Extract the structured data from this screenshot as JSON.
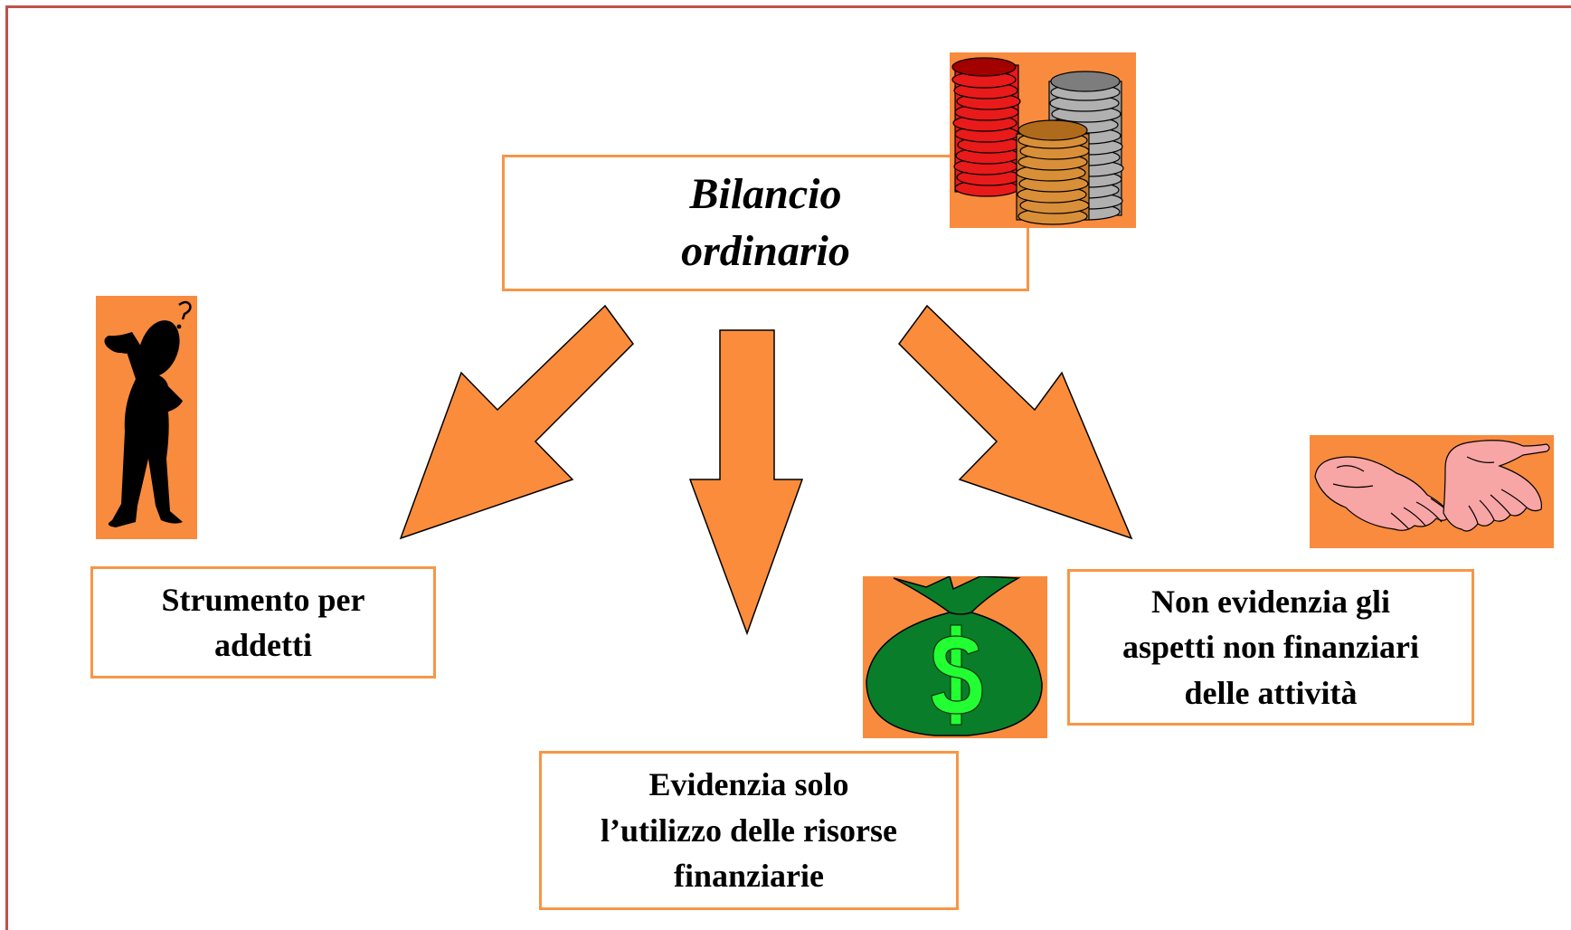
{
  "title": "Bilancio\nordinario",
  "boxes": {
    "left": "Strumento per\naddetti",
    "center": "Evidenzia solo\nl’utilizzo delle risorse\nfinanziarie",
    "right": "Non evidenzia gli\naspetti non finanziari\ndelle attività"
  },
  "colors": {
    "frame": "#c0504d",
    "box_border": "#f79646",
    "arrow_fill": "#fb8c3c",
    "clipart_background": "#f98b3e",
    "coins_red": "#e81a1a",
    "coins_silver": "#9a9a9a",
    "coins_bronze": "#c67a26",
    "money_bag": "#0a7d2a",
    "dollar_sign": "#22ff33",
    "hands": "#f8a5a5"
  },
  "icons": [
    "coins-stack-icon",
    "thinking-person-icon",
    "open-hands-icon",
    "money-bag-icon"
  ],
  "arrows": [
    "arrow-to-left-box",
    "arrow-to-center-box",
    "arrow-to-right-box"
  ]
}
